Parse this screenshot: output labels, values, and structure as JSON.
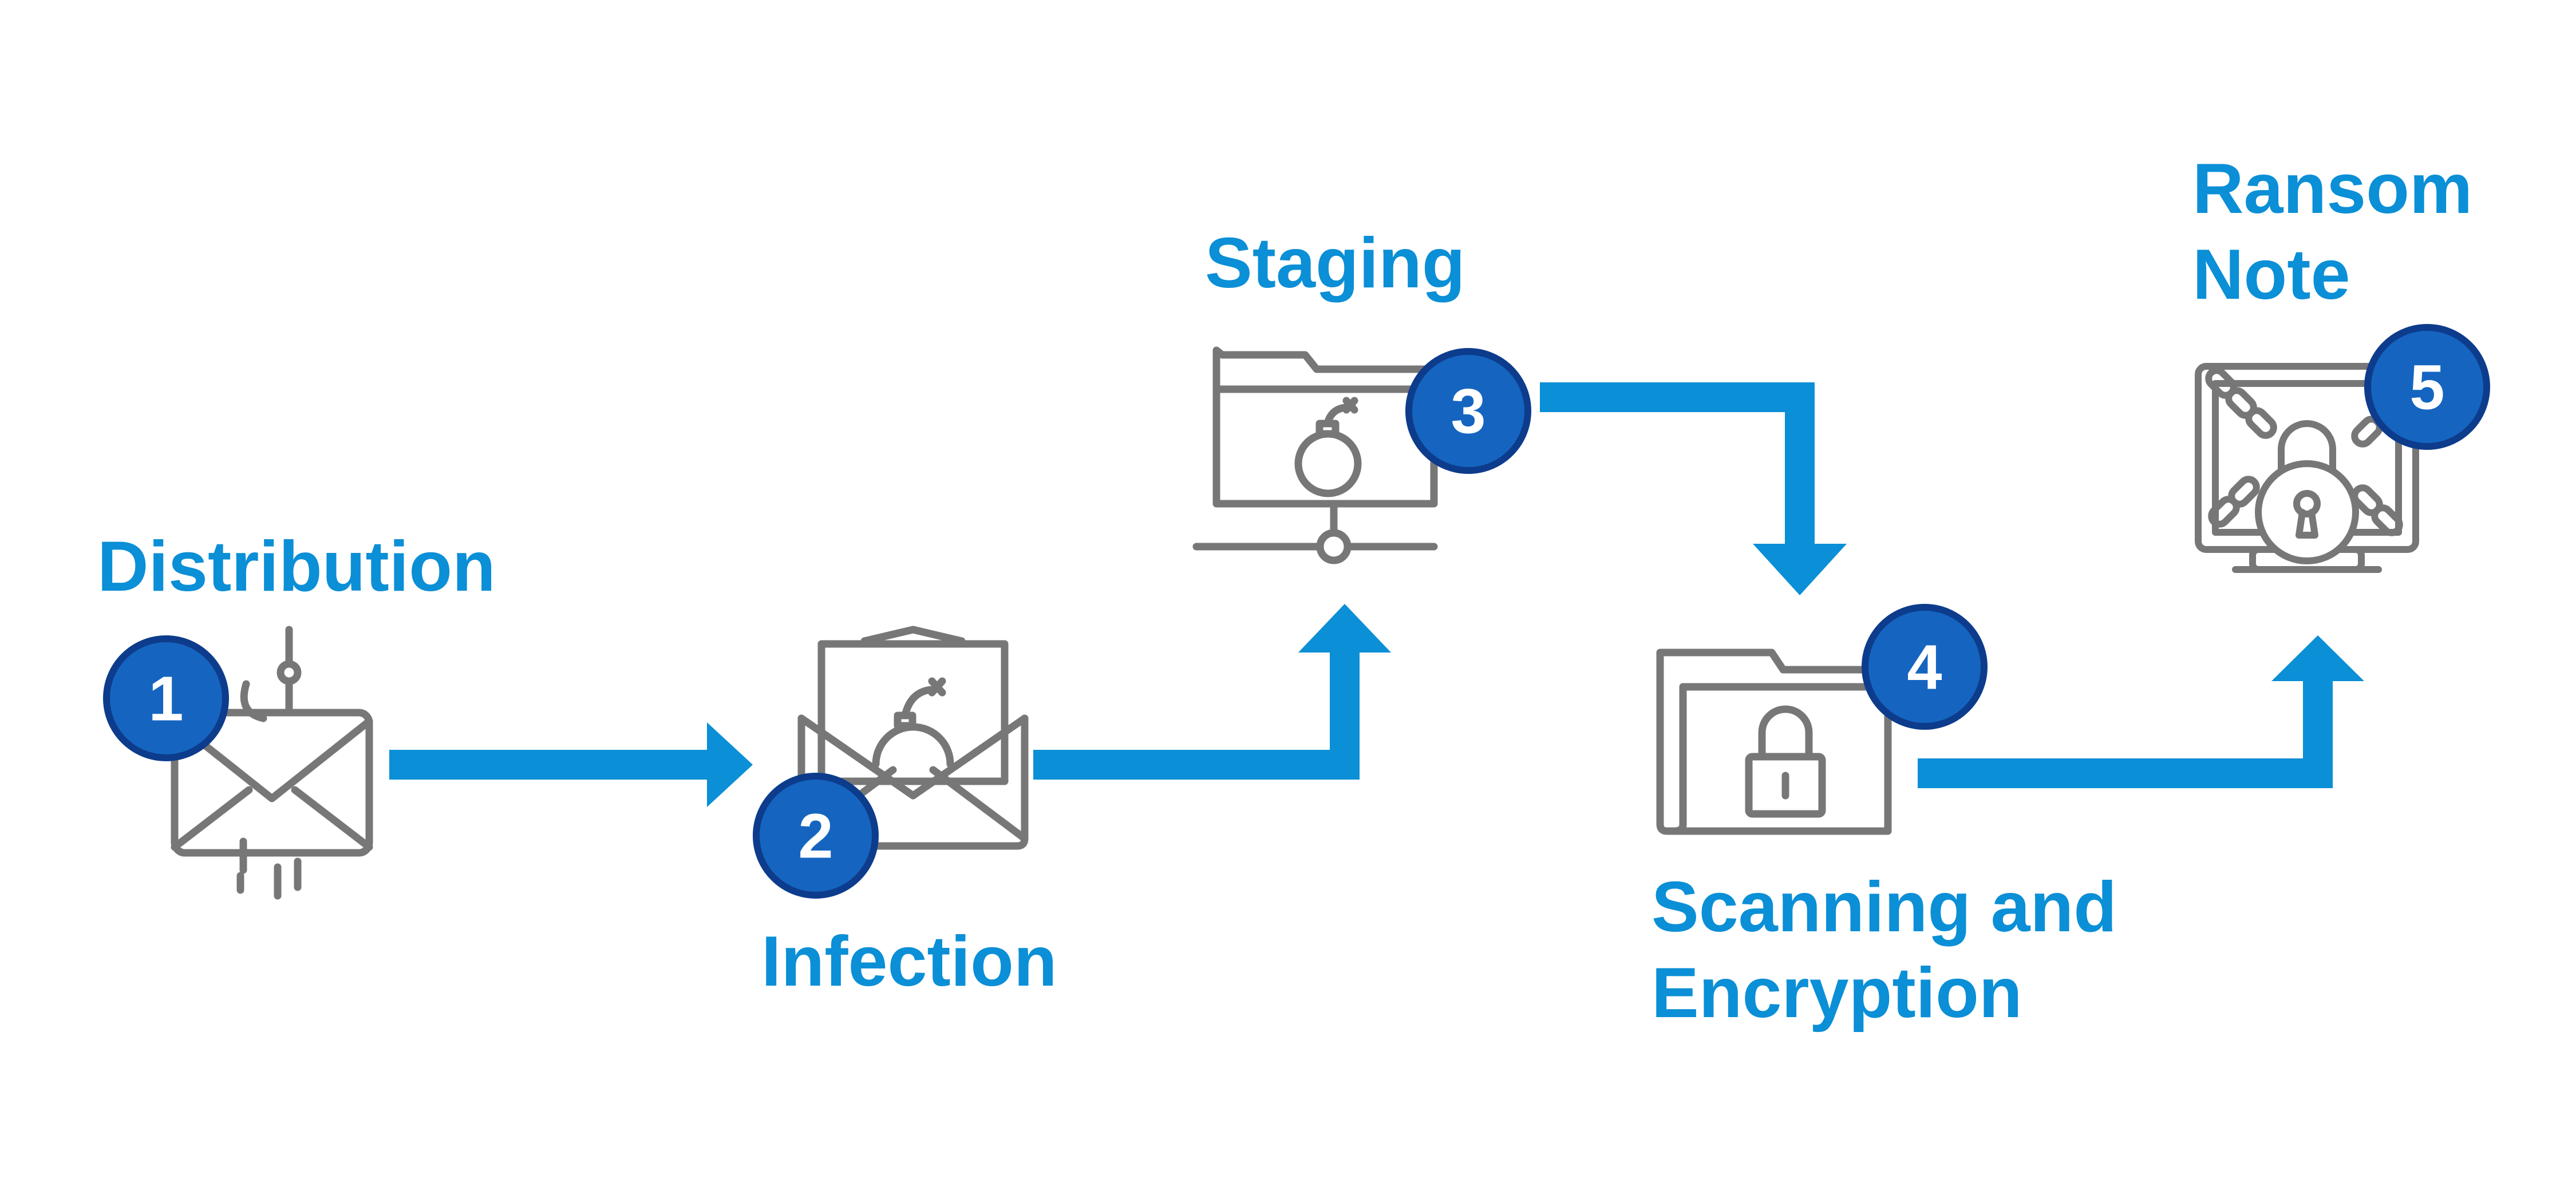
{
  "colors": {
    "accent": "#0b8fd6",
    "badge_fill": "#1565c0",
    "badge_ring": "#0d3c8c",
    "icon_stroke": "#777777"
  },
  "steps": [
    {
      "number": "1",
      "label_lines": [
        "Distribution"
      ],
      "icon": "phishing-email-icon"
    },
    {
      "number": "2",
      "label_lines": [
        "Infection"
      ],
      "icon": "email-bomb-icon"
    },
    {
      "number": "3",
      "label_lines": [
        "Staging"
      ],
      "icon": "network-folder-bomb-icon"
    },
    {
      "number": "4",
      "label_lines": [
        "Scanning and",
        "Encryption"
      ],
      "icon": "locked-folder-icon"
    },
    {
      "number": "5",
      "label_lines": [
        "Ransom",
        "Note"
      ],
      "icon": "chained-padlock-monitor-icon"
    }
  ]
}
